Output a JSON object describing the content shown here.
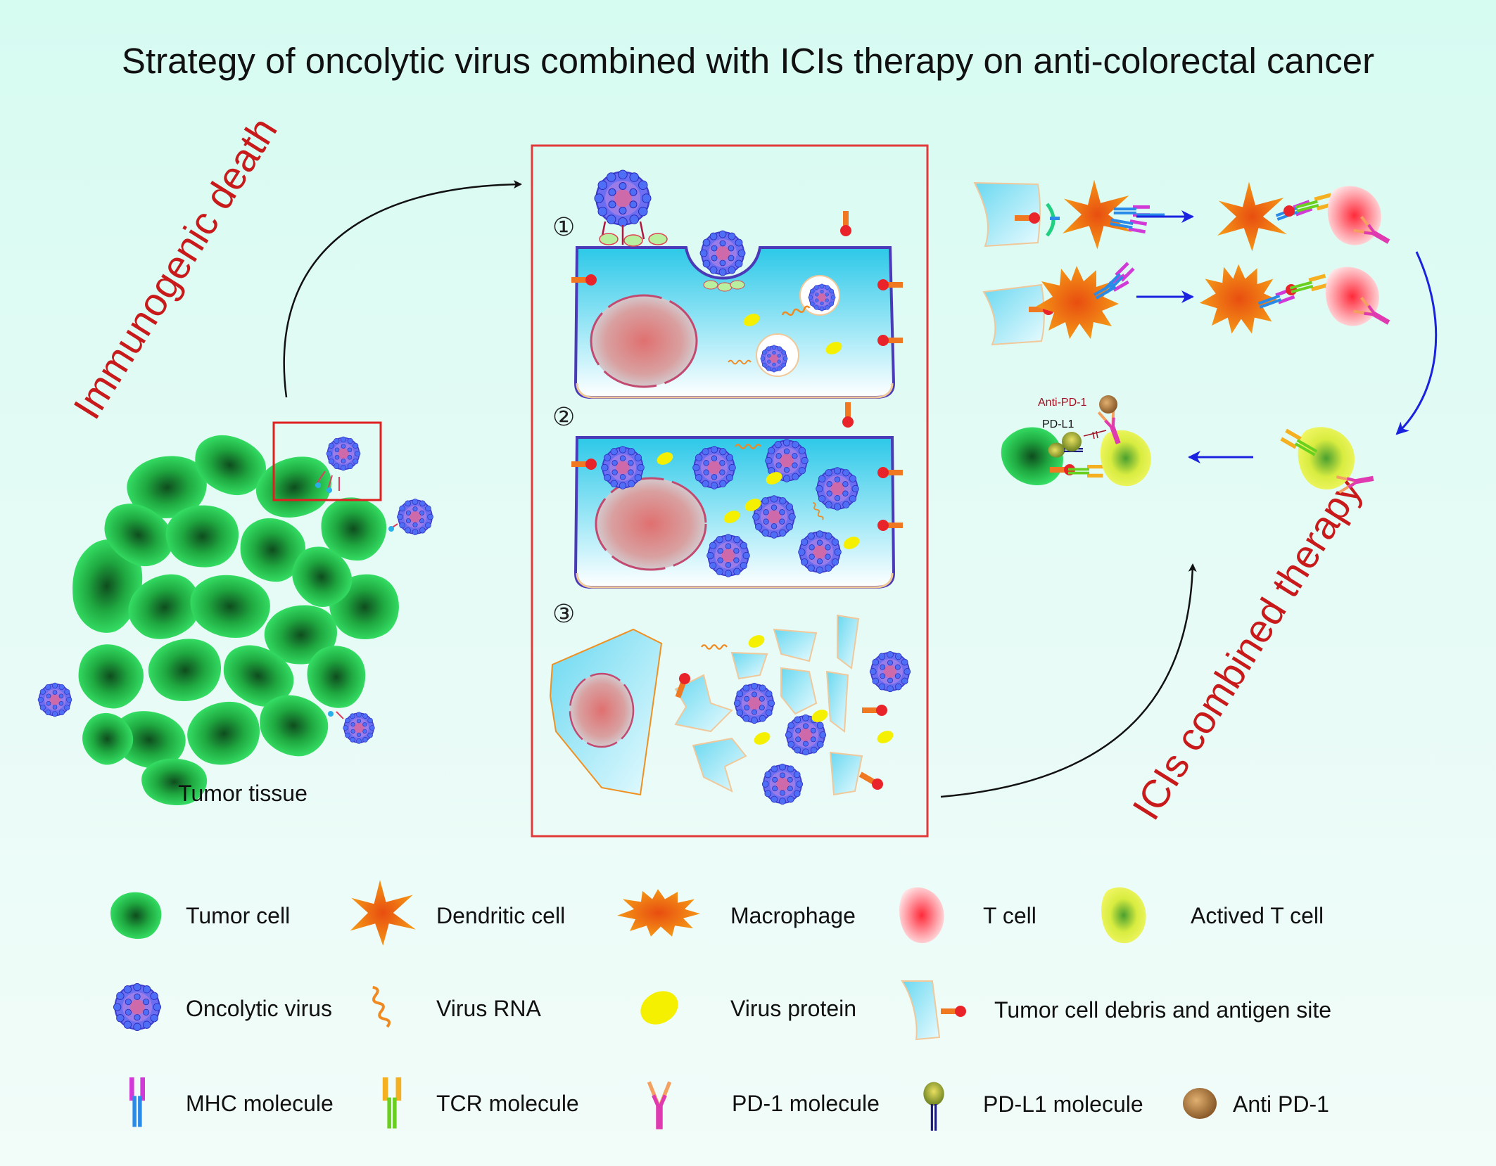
{
  "title": "Strategy of oncolytic virus combined with ICIs therapy on anti-colorectal cancer",
  "labels": {
    "immunogenic_death": "Immunogenic death",
    "ici_combined": "ICIs combined therapy",
    "tumor_tissue": "Tumor tissue",
    "anti_pd1": "Anti-PD-1",
    "pd_l1": "PD-L1"
  },
  "steps": [
    "①",
    "②",
    "③"
  ],
  "legend": {
    "tumor_cell": "Tumor cell",
    "dendritic_cell": "Dendritic cell",
    "macrophage": "Macrophage",
    "t_cell": "T cell",
    "actived_t_cell": "Actived T cell",
    "oncolytic_virus": "Oncolytic virus",
    "virus_rna": "Virus RNA",
    "virus_protein": "Virus protein",
    "tumor_debris": "Tumor cell debris and antigen site",
    "mhc": "MHC molecule",
    "tcr": "TCR molecule",
    "pd1": "PD-1 molecule",
    "pdl1": "PD-L1 molecule",
    "anti_pd1": "Anti PD-1"
  },
  "colors": {
    "tumor": "#2ee65a",
    "virus": "#5a5cf0",
    "dendritic": "#f08a10",
    "t_cell": "#ff6070",
    "actived_t": "#eaf040",
    "accent_red": "#c81a1a",
    "frame": "#e23a3a"
  }
}
